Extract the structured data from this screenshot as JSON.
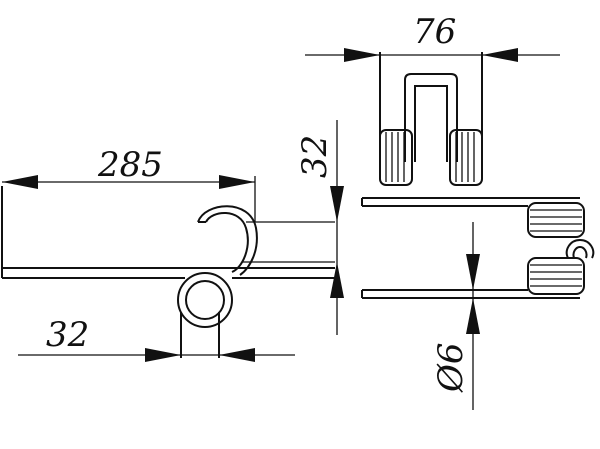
{
  "dimensions": {
    "top_width": "76",
    "vertical_offset": "32",
    "arm_length": "285",
    "coil_width": "32",
    "wire_diameter": "Ø6"
  }
}
